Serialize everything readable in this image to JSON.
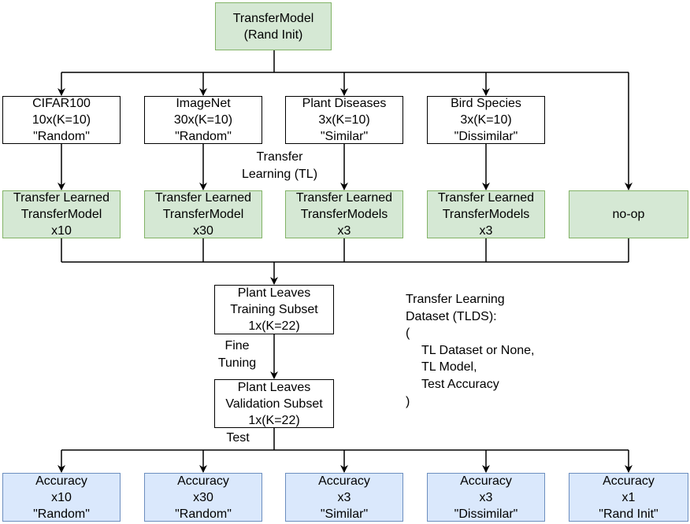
{
  "root": {
    "line1": "TransferModel",
    "line2": "(Rand Init)"
  },
  "source_datasets": [
    {
      "name": "CIFAR100",
      "count": "10x(K=10)",
      "type": "\"Random\""
    },
    {
      "name": "ImageNet",
      "count": "30x(K=10)",
      "type": "\"Random\""
    },
    {
      "name": "Plant Diseases",
      "count": "3x(K=10)",
      "type": "\"Similar\""
    },
    {
      "name": "Bird Species",
      "count": "3x(K=10)",
      "type": "\"Dissimilar\""
    }
  ],
  "transfer_label": {
    "line1": "Transfer",
    "line2": "Learning (TL)"
  },
  "learned_models": [
    {
      "line1": "Transfer Learned",
      "line2": "TransferModel",
      "line3": "x10"
    },
    {
      "line1": "Transfer Learned",
      "line2": "TransferModel",
      "line3": "x30"
    },
    {
      "line1": "Transfer Learned",
      "line2": "TransferModels",
      "line3": "x3"
    },
    {
      "line1": "Transfer Learned",
      "line2": "TransferModels",
      "line3": "x3"
    }
  ],
  "noop": "no-op",
  "training": {
    "line1": "Plant Leaves",
    "line2": "Training Subset",
    "line3": "1x(K=22)"
  },
  "fine_tuning_label": {
    "line1": "Fine",
    "line2": "Tuning"
  },
  "validation": {
    "line1": "Plant Leaves",
    "line2": "Validation Subset",
    "line3": "1x(K=22)"
  },
  "test_label": "Test",
  "tlds_note": {
    "line1": "Transfer Learning",
    "line2": "Dataset (TLDS):",
    "line3": "(",
    "line4": "TL Dataset or None,",
    "line5": "TL Model,",
    "line6": "Test Accuracy",
    "line7": ")"
  },
  "accuracies": [
    {
      "title": "Accuracy",
      "count": "x10",
      "type": "\"Random\""
    },
    {
      "title": "Accuracy",
      "count": "x30",
      "type": "\"Random\""
    },
    {
      "title": "Accuracy",
      "count": "x3",
      "type": "\"Similar\""
    },
    {
      "title": "Accuracy",
      "count": "x3",
      "type": "\"Dissimilar\""
    },
    {
      "title": "Accuracy",
      "count": "x1",
      "type": "\"Rand Init\""
    }
  ]
}
